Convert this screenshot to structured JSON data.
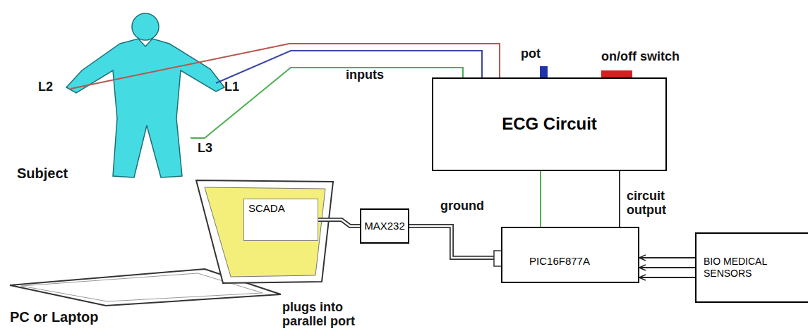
{
  "diagram": {
    "nodes": [
      {
        "text": [
          "ECG Circuit"
        ]
      },
      {
        "text": [
          "SCADA"
        ]
      },
      {
        "text": [
          "MAX232"
        ]
      },
      {
        "text": [
          "PIC16F877A"
        ]
      },
      {
        "text": [
          "BIO MEDICAL SENSORS"
        ]
      }
    ],
    "edges": [
      {
        "from": 0,
        "to": 3,
        "label": "ground",
        "arrow": "none"
      },
      {
        "from": 0,
        "to": 3,
        "label": "circuit output",
        "arrow": "none"
      },
      {
        "from": 1,
        "to": 2,
        "label": "plugs into parallel port",
        "arrow": "none"
      },
      {
        "from": 2,
        "to": 3,
        "arrow": "none"
      },
      {
        "from": 4,
        "to": 3,
        "arrow": "to"
      },
      {
        "from": 4,
        "to": 3,
        "arrow": "to"
      },
      {
        "from": 4,
        "to": 3,
        "arrow": "to"
      }
    ],
    "labels": [
      "L2",
      "L1",
      "inputs",
      "pot",
      "on/off switch",
      "Subject",
      "L3",
      "PC or Laptop"
    ]
  }
}
